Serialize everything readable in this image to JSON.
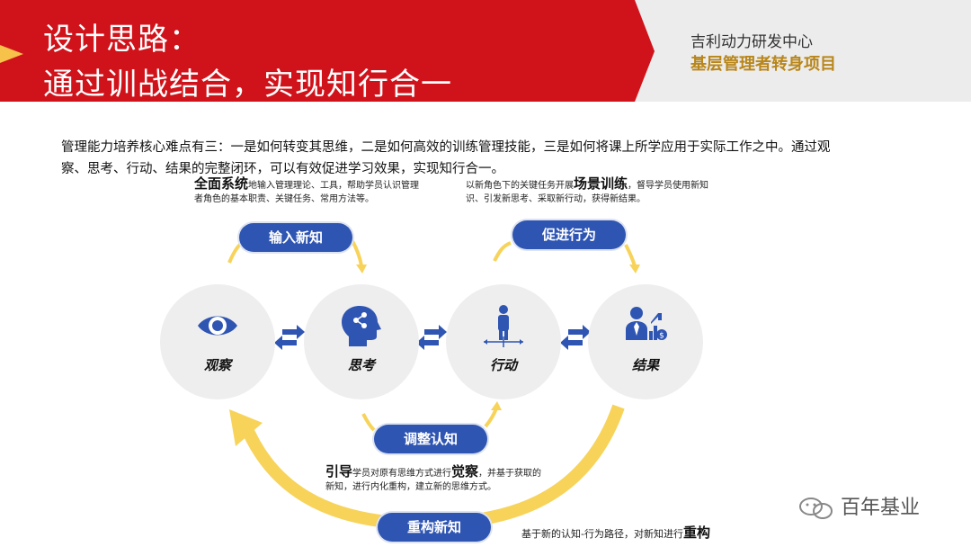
{
  "header": {
    "title_line1": "设计思路：",
    "title_line2": "通过训战结合，实现知行合一",
    "org": "吉利动力研发中心",
    "project": "基层管理者转身项目"
  },
  "intro_text": "管理能力培养核心难点有三：一是如何转变其思维，二是如何高效的训练管理技能，三是如何将课上所学应用于实际工作之中。通过观察、思考、行动、结果的完整闭环，可以有效促进学习效果，实现知行合一。",
  "notes": {
    "top_left": {
      "bold": "全面系统",
      "text": "地输入管理理论、工具，帮助学员认识管理者角色的基本职责、关键任务、常用方法等。"
    },
    "top_right": {
      "pre": "以新角色下的关键任务开展",
      "bold": "场景训练",
      "post": "，督导学员使用新知识、引发新思考、采取新行动，获得新结果。"
    },
    "middle": {
      "bold1": "引导",
      "mid": "学员对原有思维方式进行",
      "bold2": "觉察",
      "post": "，并基于获取的新知，进行内化重构，建立新的思维方式。"
    },
    "bottom": {
      "pre": "基于新的认知-行为路径，对新知进行",
      "bold": "重构"
    }
  },
  "circles": [
    {
      "label": "观察",
      "icon": "eye-icon"
    },
    {
      "label": "思考",
      "icon": "head-thinking-icon"
    },
    {
      "label": "行动",
      "icon": "person-arrows-icon"
    },
    {
      "label": "结果",
      "icon": "businessman-chart-icon"
    }
  ],
  "pills": {
    "input": "输入新知",
    "promote": "促进行为",
    "adjust": "调整认知",
    "rebuild": "重构新知"
  },
  "watermark": "百年基业",
  "colors": {
    "red": "#d0121a",
    "blue": "#2f55b3",
    "yellow": "#f7d35a",
    "gold": "#b8861b"
  }
}
